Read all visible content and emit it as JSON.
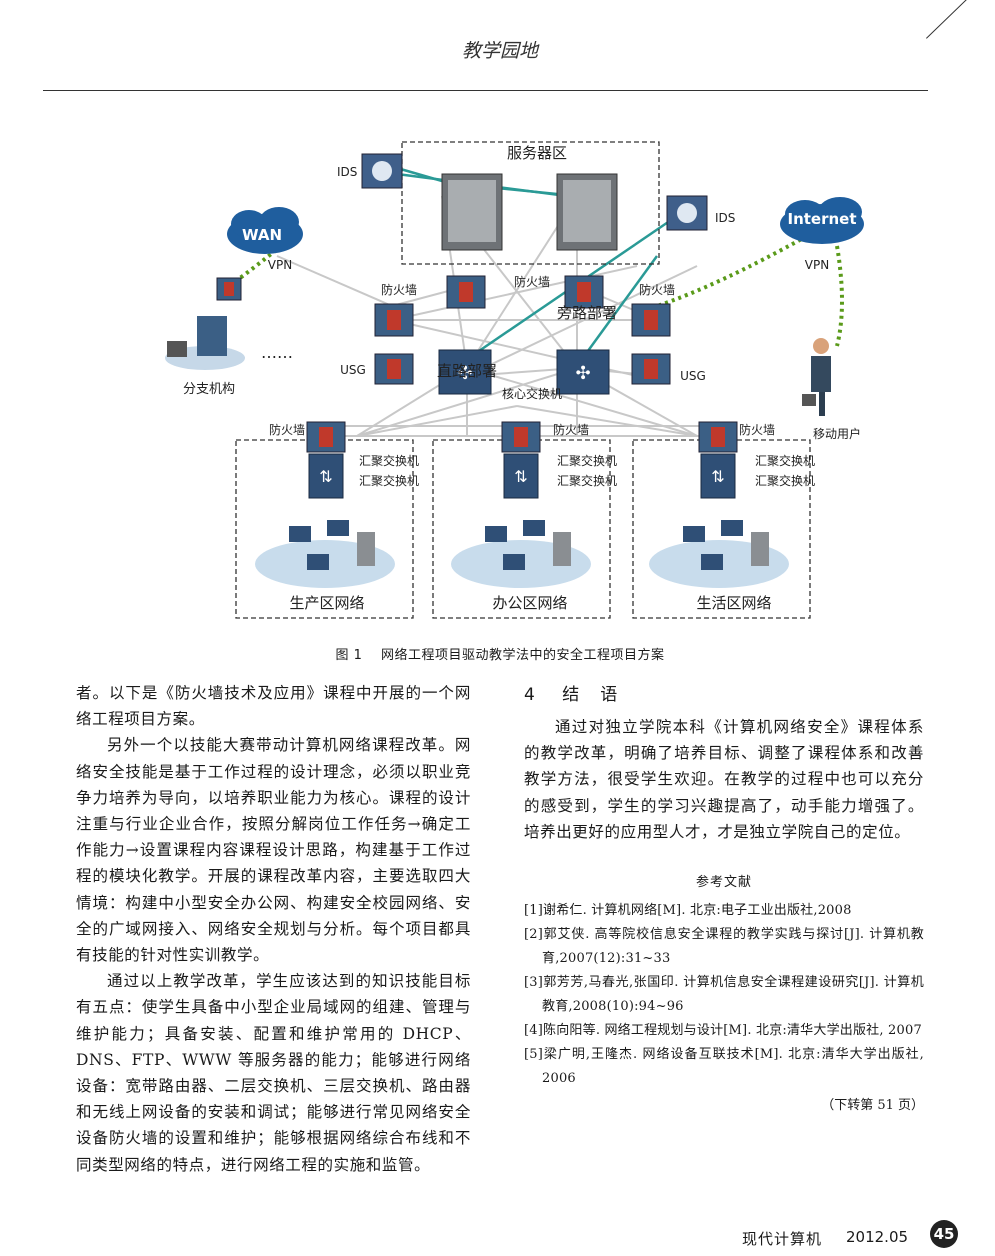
{
  "header": {
    "section": "教学园地"
  },
  "figure": {
    "caption_number": "图 1",
    "caption_text": "网络工程项目驱动教学法中的安全工程项目方案",
    "labels": {
      "server_zone": "服务器区",
      "ids": "IDS",
      "wan": "WAN",
      "internet": "Internet",
      "vpn": "VPN",
      "firewall": "防火墙",
      "bypass": "旁路部署",
      "inline": "直路部署",
      "usg": "USG",
      "core_switch": "核心交换机",
      "branch": "分支机构",
      "dots": "……",
      "mobile_user": "移动用户",
      "agg_switch": "汇聚交换机",
      "zone_production": "生产区网络",
      "zone_office": "办公区网络",
      "zone_living": "生活区网络"
    }
  },
  "left_column": {
    "p1": "者。以下是《防火墙技术及应用》课程中开展的一个网络工程项目方案。",
    "p2": "另外一个以技能大赛带动计算机网络课程改革。网络安全技能是基于工作过程的设计理念，必须以职业竞争力培养为导向，以培养职业能力为核心。课程的设计注重与行业企业合作，按照分解岗位工作任务→确定工作能力→设置课程内容课程设计思路，构建基于工作过程的模块化教学。开展的课程改革内容，主要选取四大情境：构建中小型安全办公网、构建安全校园网络、安全的广域网接入、网络安全规划与分析。每个项目都具有技能的针对性实训教学。",
    "p3": "通过以上教学改革，学生应该达到的知识技能目标有五点：使学生具备中小型企业局域网的组建、管理与维护能力；具备安装、配置和维护常用的 DHCP、DNS、FTP、WWW 等服务器的能力；能够进行网络设备：宽带路由器、二层交换机、三层交换机、路由器和无线上网设备的安装和调试；能够进行常见网络安全设备防火墙的设置和维护；能够根据网络综合布线和不同类型网络的特点，进行网络工程的实施和监管。"
  },
  "right_column": {
    "section_number": "4",
    "section_title": "结　语",
    "conclusion": "通过对独立学院本科《计算机网络安全》课程体系的教学改革，明确了培养目标、调整了课程体系和改善教学方法，很受学生欢迎。在教学的过程中也可以充分的感受到，学生的学习兴趣提高了，动手能力增强了。培养出更好的应用型人才，才是独立学院自己的定位。",
    "references_title": "参考文献",
    "references": [
      "[1]谢希仁. 计算机网络[M]. 北京:电子工业出版社,2008",
      "[2]郭艾侠. 高等院校信息安全课程的教学实践与探讨[J]. 计算机教育,2007(12):31~33",
      "[3]郭芳芳,马春光,张国印. 计算机信息安全课程建设研究[J]. 计算机教育,2008(10):94~96",
      "[4]陈向阳等. 网络工程规划与设计[M]. 北京:清华大学出版社, 2007",
      "[5]梁广明,王隆杰. 网络设备互联技术[M]. 北京:清华大学出版社, 2006"
    ],
    "continued": "（下转第 51 页）"
  },
  "footer": {
    "journal": "现代计算机",
    "date": "2012.05",
    "page": "45"
  }
}
